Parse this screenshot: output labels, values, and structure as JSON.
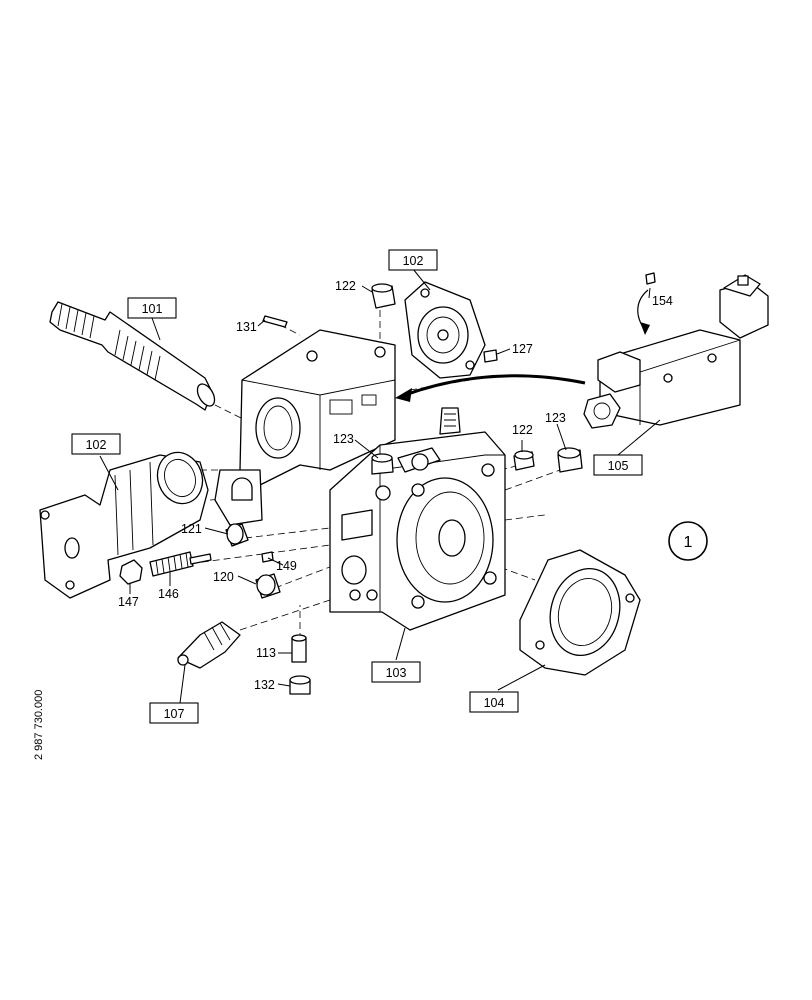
{
  "drawing_number": "2 987 730.000",
  "view_number": "1",
  "labels": {
    "l101": "101",
    "l102a": "102",
    "l102b": "102",
    "l103": "103",
    "l104": "104",
    "l105": "105",
    "l107": "107",
    "l113": "113",
    "l120": "120",
    "l121": "121",
    "l122a": "122",
    "l122b": "122",
    "l123a": "123",
    "l123b": "123",
    "l127": "127",
    "l131": "131",
    "l132": "132",
    "l146": "146",
    "l147": "147",
    "l149": "149",
    "l154": "154"
  }
}
